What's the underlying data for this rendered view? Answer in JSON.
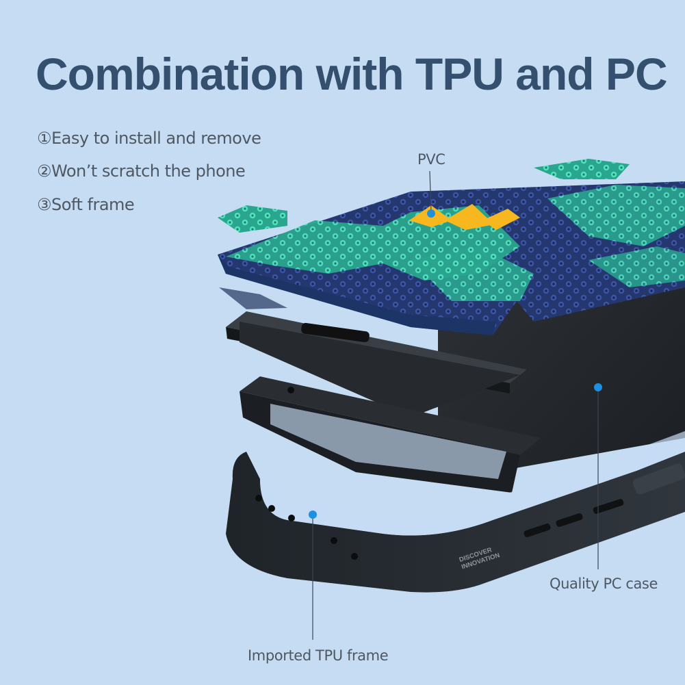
{
  "headline": "Combination with TPU and PC",
  "features": [
    "①Easy to install and remove",
    "②Won’t scratch the phone",
    "③Soft frame"
  ],
  "callouts": {
    "pvc": "PVC",
    "pc_case": "Quality PC case",
    "tpu_frame": "Imported TPU frame"
  },
  "frame_text": [
    "DISCOVER",
    "INNOVATION"
  ],
  "colors": {
    "background": "#c6dcf3",
    "headline": "#34506e",
    "marker_dot": "#1e90e0",
    "pattern_teal": "#3fd6b4",
    "pattern_navy": "#2b3f8a",
    "logo_yellow": "#f6b81e"
  }
}
